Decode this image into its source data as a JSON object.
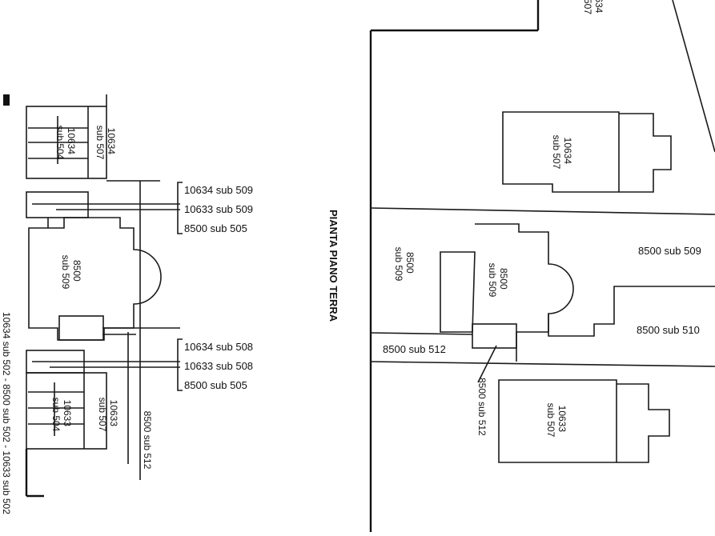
{
  "plan": {
    "title": "PIANTA PIANO TERRA"
  },
  "left_labels": {
    "unit_10634_507": [
      "10634",
      "sub 507"
    ],
    "unit_10634_504": [
      "10634",
      "sub 504"
    ],
    "unit_8500_509": [
      "8500",
      "sub 509"
    ],
    "unit_10633_507": [
      "10633",
      "sub 507"
    ],
    "unit_10633_504": [
      "10633",
      "sub 504"
    ],
    "bottom_vertical": "10634 sub 502 - 8500 sub 502 - 10633 sub 502",
    "vertical_8500_512": "8500 sub 512",
    "callout_top": [
      "10634 sub 509",
      "10633 sub 509",
      "8500 sub 505"
    ],
    "callout_bottom": [
      "10634 sub 508",
      "10633 sub 508",
      "8500 sub 505"
    ]
  },
  "right_labels": {
    "top_corner": [
      "634",
      "507"
    ],
    "unit_10634_507": [
      "10634",
      "sub 507"
    ],
    "strip_8500_509": [
      "8500",
      "sub 509"
    ],
    "unit_8500_509": [
      "8500",
      "sub 509"
    ],
    "label_8500_509": "8500 sub 509",
    "label_8500_510": "8500 sub 510",
    "label_8500_512": "8500 sub 512",
    "vertical_8500_512": "8500 sub 512",
    "unit_10633_507": [
      "10633",
      "sub 507"
    ]
  }
}
